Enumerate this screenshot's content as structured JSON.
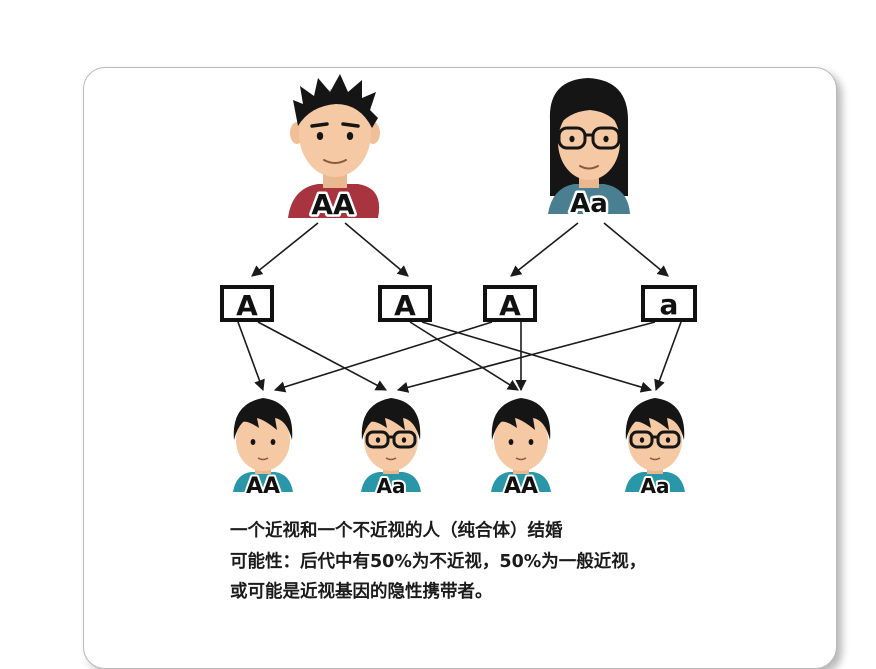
{
  "parents": {
    "father": {
      "genotype": "AA",
      "shirt_color": "#a8343f"
    },
    "mother": {
      "genotype": "Aa",
      "shirt_color": "#4a7f91"
    }
  },
  "gametes": [
    "A",
    "A",
    "A",
    "a"
  ],
  "children": [
    {
      "genotype": "AA",
      "glasses": false
    },
    {
      "genotype": "Aa",
      "glasses": true
    },
    {
      "genotype": "AA",
      "glasses": false
    },
    {
      "genotype": "Aa",
      "glasses": true
    }
  ],
  "caption": {
    "line1": "一个近视和一个不近视的人（纯合体）结婚",
    "line2": "可能性：后代中有50%为不近视，50%为一般近视，",
    "line3": "或可能是近视基因的隐性携带者。"
  },
  "colors": {
    "skin": "#f5c9a3",
    "hair": "#151515",
    "child_shirt": "#2a97a8",
    "arrow": "#1a1a1a"
  }
}
